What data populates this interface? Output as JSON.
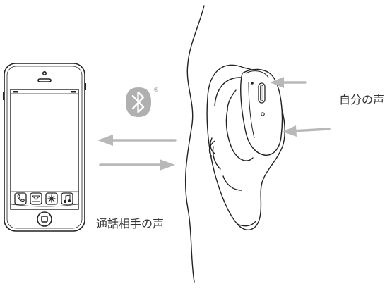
{
  "labels": {
    "own_voice": "自分の声",
    "partner_voice": "通話相手の声",
    "registered_mark": "®"
  },
  "icons": {
    "phone": "smartphone-icon",
    "bluetooth": "bluetooth-icon",
    "ear": "ear-illustration",
    "headset": "bluetooth-headset-icon",
    "dock_apps": [
      "phone-icon",
      "mail-icon",
      "compass-icon",
      "music-icon"
    ]
  },
  "colors": {
    "line": "#222222",
    "arrow": "#b8b8b8",
    "bluetooth": "#b0b0b0",
    "screen": "#ffffff"
  }
}
